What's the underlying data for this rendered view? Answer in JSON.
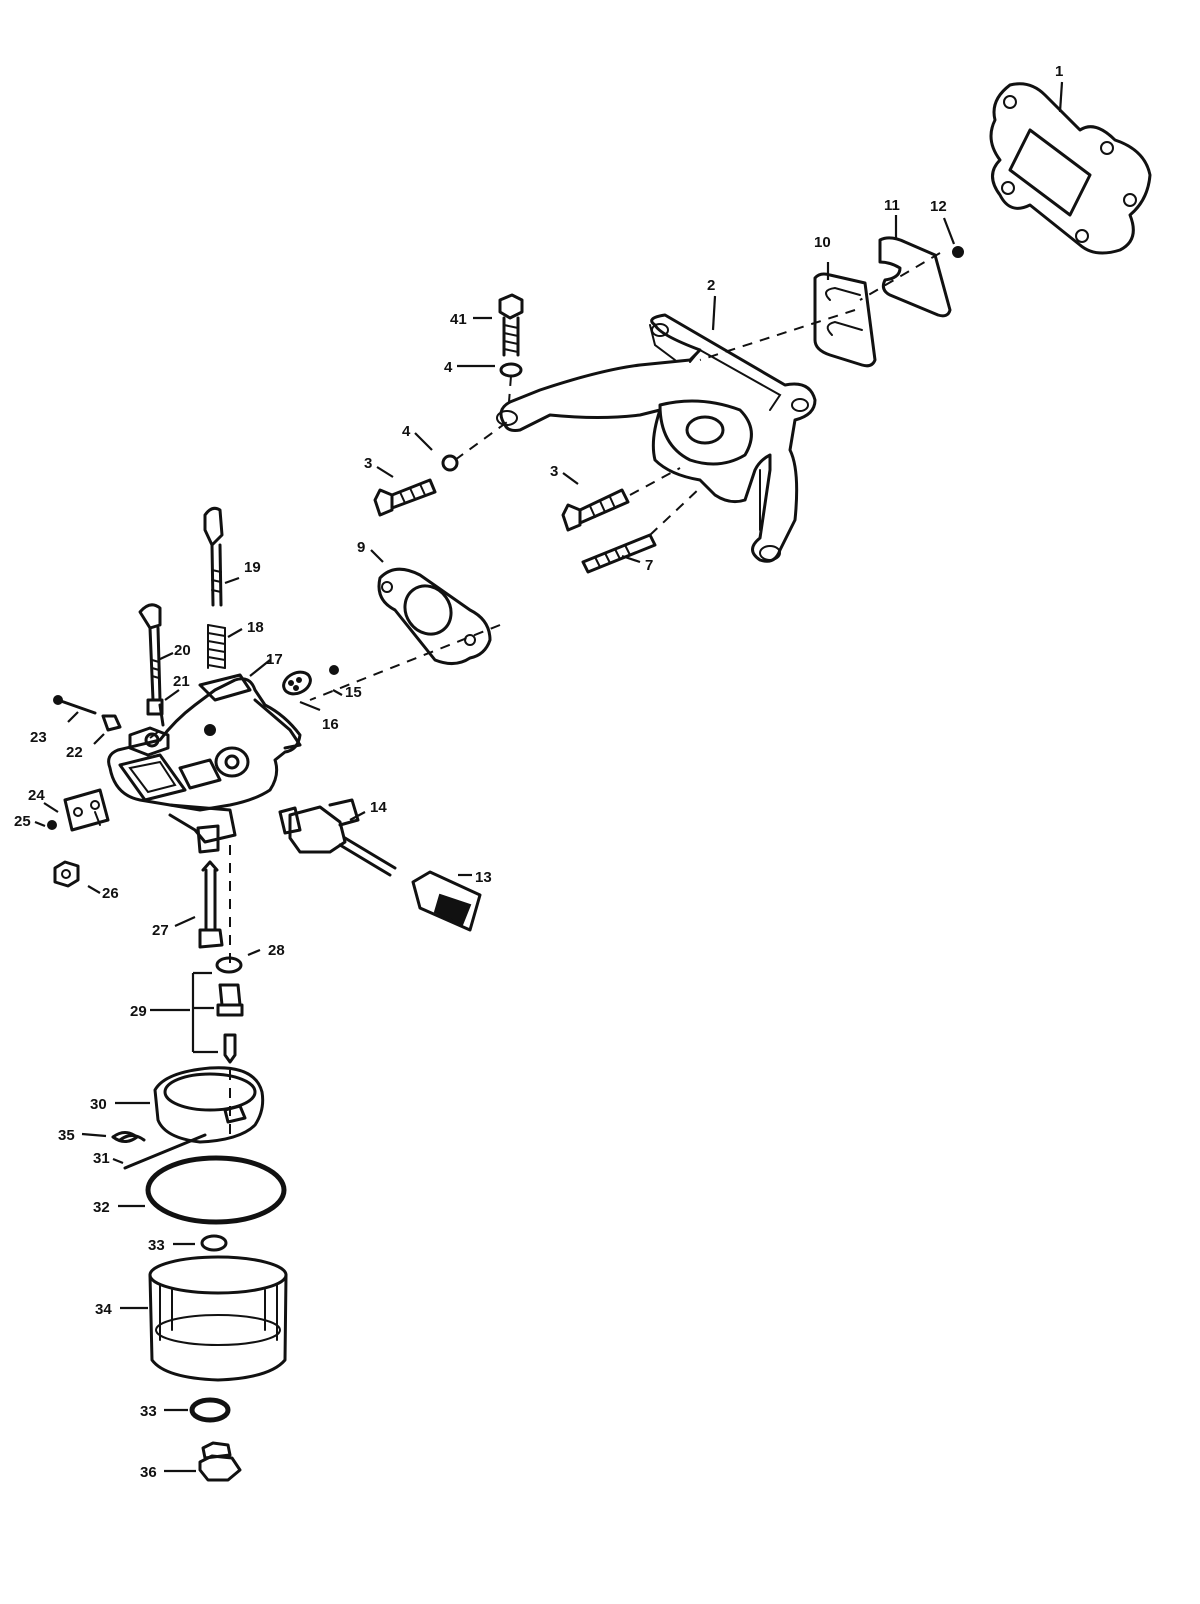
{
  "callouts": {
    "c1": "1",
    "c2": "2",
    "c3a": "3",
    "c3b": "3",
    "c4a": "4",
    "c4b": "4",
    "c7": "7",
    "c9": "9",
    "c10": "10",
    "c11": "11",
    "c12": "12",
    "c13": "13",
    "c14": "14",
    "c15": "15",
    "c16": "16",
    "c17": "17",
    "c18": "18",
    "c19": "19",
    "c20": "20",
    "c21": "21",
    "c22": "22",
    "c23": "23",
    "c24": "24",
    "c25": "25",
    "c26": "26",
    "c27": "27",
    "c28": "28",
    "c29": "29",
    "c30": "30",
    "c31": "31",
    "c32": "32",
    "c33a": "33",
    "c33b": "33",
    "c34": "34",
    "c35": "35",
    "c36": "36",
    "c41": "41"
  },
  "colors": {
    "ink": "#111111",
    "paper": "#ffffff"
  }
}
